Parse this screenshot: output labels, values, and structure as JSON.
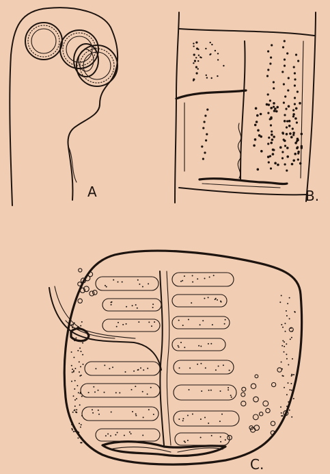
{
  "figure": {
    "panels": [
      {
        "id": "A",
        "label": "A"
      },
      {
        "id": "B",
        "label": "B."
      },
      {
        "id": "C",
        "label": "C."
      }
    ]
  },
  "colors": {
    "paper": "#f1cdb3",
    "ink": "#1d1410"
  }
}
